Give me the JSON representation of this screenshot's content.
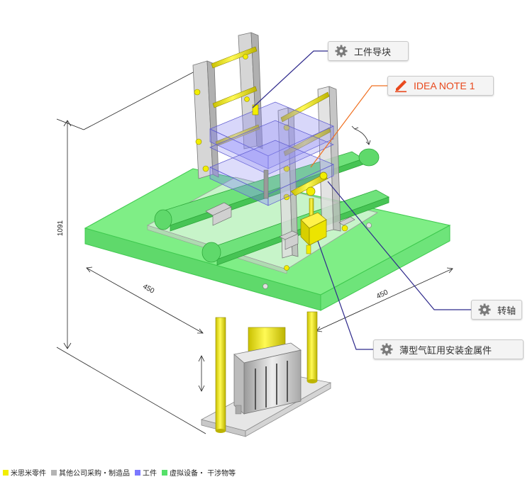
{
  "callouts": {
    "guide": "工件导块",
    "idea": "IDEA NOTE 1",
    "shaft": "转轴",
    "bracket": "薄型气缸用安装金属件"
  },
  "dimensions": {
    "height": "1091",
    "width_left": "450",
    "width_right": "450"
  },
  "legend": [
    {
      "label": "米思米零件",
      "color": "#f2ee00"
    },
    {
      "label": "其他公司采购・制造品",
      "color": "#b4b4b4"
    },
    {
      "label": "工件",
      "color": "#7b78ff"
    },
    {
      "label": "虚拟设备・ 干涉物等",
      "color": "#55e069"
    }
  ],
  "colors": {
    "table": "#7fee86",
    "table_edge": "#3fc94f",
    "misumi": "#f2ee00",
    "workpiece": "#8f8cf2",
    "frame": "#cfcfcf",
    "leader": "#2f2a8c",
    "leader_note": "#f07020"
  },
  "icons": [
    "gear-icon",
    "pencil-icon"
  ]
}
